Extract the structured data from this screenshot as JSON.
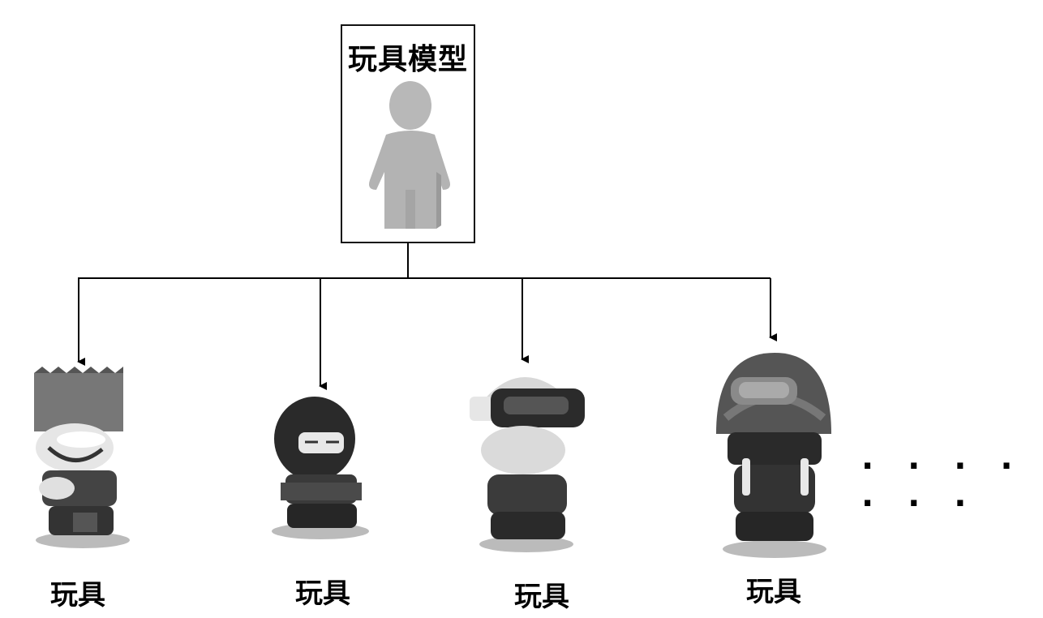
{
  "diagram": {
    "model": {
      "title": "玩具模型",
      "icon": "person-silhouette-icon"
    },
    "toys": [
      {
        "label": "玩具",
        "icon": "crown-hat-toy-figure"
      },
      {
        "label": "玩具",
        "icon": "ninja-mask-toy-figure"
      },
      {
        "label": "玩具",
        "icon": "goggles-toy-figure"
      },
      {
        "label": "玩具",
        "icon": "helmet-toy-figure"
      }
    ],
    "more_indicator": "· · · · · · ·"
  }
}
